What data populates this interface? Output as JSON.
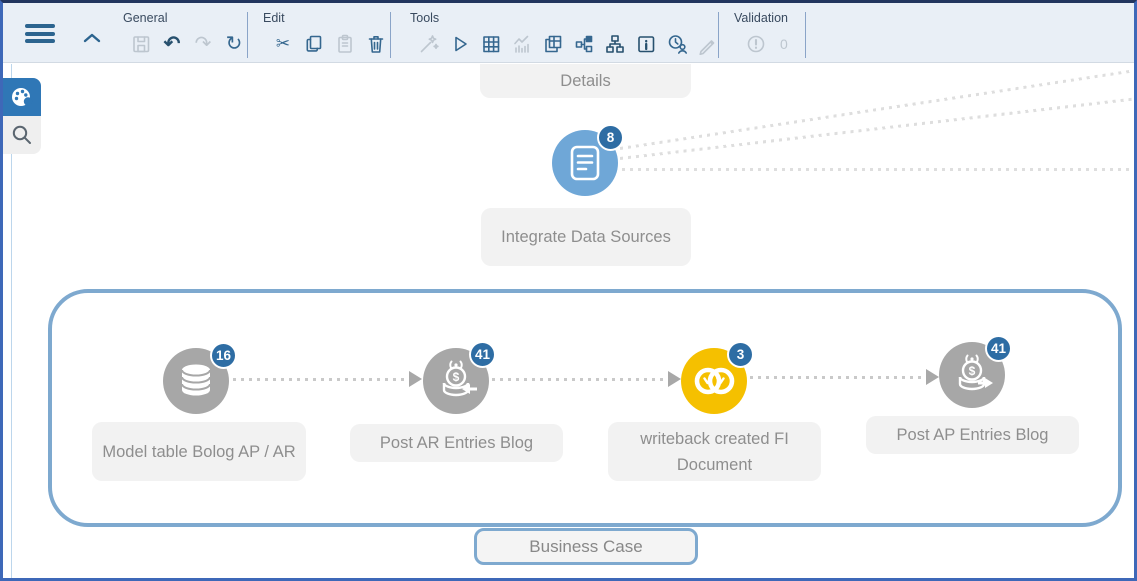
{
  "toolbar": {
    "groups": {
      "general": {
        "label": "General",
        "icons": [
          "save-icon",
          "undo-icon",
          "redo-icon",
          "refresh-icon"
        ]
      },
      "edit": {
        "label": "Edit",
        "icons": [
          "cut-icon",
          "copy-icon",
          "paste-icon",
          "delete-trash-icon"
        ]
      },
      "tools": {
        "label": "Tools",
        "icons": [
          "magic-wand-icon",
          "run-play-icon",
          "table-icon",
          "chart-icon",
          "copy-table-icon",
          "aggregation-icon",
          "org-tree-icon",
          "info-icon",
          "user-history-icon",
          "edit-pencil-icon"
        ]
      },
      "validation": {
        "label": "Validation",
        "count": "0",
        "icons": [
          "validation-alert-icon"
        ]
      }
    },
    "menu_icon": "hamburger-icon",
    "collapse_icon": "chevron-up-icon",
    "background_color": "#e9eff6"
  },
  "sidebar": {
    "tabs": [
      {
        "name": "palette",
        "icon": "palette-icon",
        "active": true
      },
      {
        "name": "search",
        "icon": "search-icon",
        "active": false
      }
    ],
    "active_tab_color": "#2f77b6"
  },
  "diagram": {
    "container": {
      "label": "Business Case",
      "border_color": "#7ea9cf"
    },
    "badge_color": "#2e6da4",
    "nodes": {
      "details": {
        "label": "Details"
      },
      "integrate": {
        "label": "Integrate Data Sources",
        "badge": "8",
        "icon": "document-icon",
        "color": "#6fa7d7"
      },
      "model_table": {
        "label": "Model table Bolog AP / AR",
        "badge": "16",
        "icon": "database-icon",
        "color": "#a7a7a7"
      },
      "post_ar": {
        "label": "Post AR Entries Blog",
        "badge": "41",
        "icon": "coins-inbound-icon",
        "color": "#a7a7a7"
      },
      "writeback": {
        "label": "writeback created FI Document",
        "badge": "3",
        "icon": "linked-rings-icon",
        "color": "#f5c000"
      },
      "post_ap": {
        "label": "Post AP Entries Blog",
        "badge": "41",
        "icon": "coins-outbound-icon",
        "color": "#a7a7a7"
      }
    }
  }
}
